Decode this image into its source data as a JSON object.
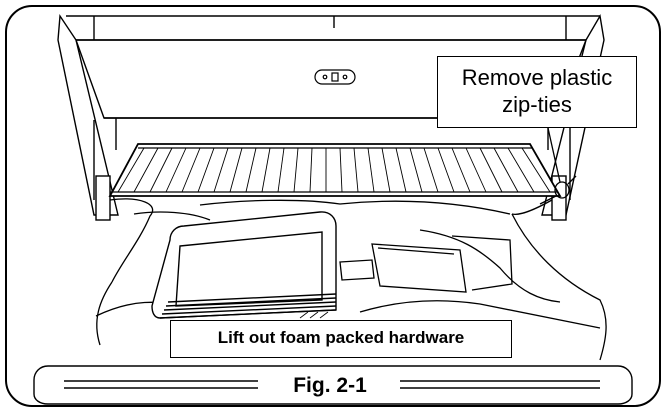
{
  "figure": {
    "caption": "Fig. 2-1",
    "callouts": {
      "zip_ties_line1": "Remove plastic",
      "zip_ties_line2": "zip-ties",
      "foam_hardware": "Lift out foam packed hardware"
    }
  },
  "colors": {
    "line": "#000000",
    "background": "#ffffff",
    "shade": "#d9d9d9"
  }
}
